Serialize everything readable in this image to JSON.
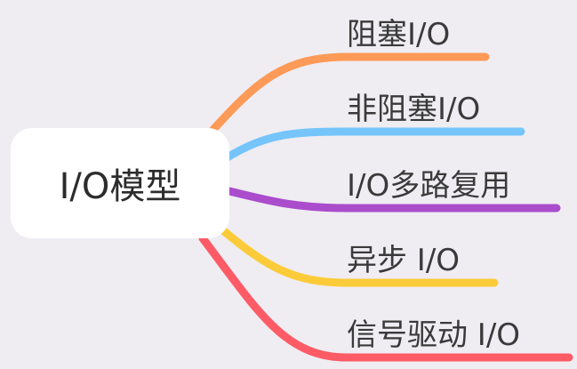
{
  "root": {
    "label": "I/O模型"
  },
  "branches": [
    {
      "label": "阻塞I/O",
      "color": "#fd9a57"
    },
    {
      "label": "非阻塞I/O",
      "color": "#75c5fa"
    },
    {
      "label": "I/O多路复用",
      "color": "#aa4ccc"
    },
    {
      "label": "异步 I/O",
      "color": "#fccb3a"
    },
    {
      "label": "信号驱动 I/O",
      "color": "#fd5b66"
    }
  ]
}
